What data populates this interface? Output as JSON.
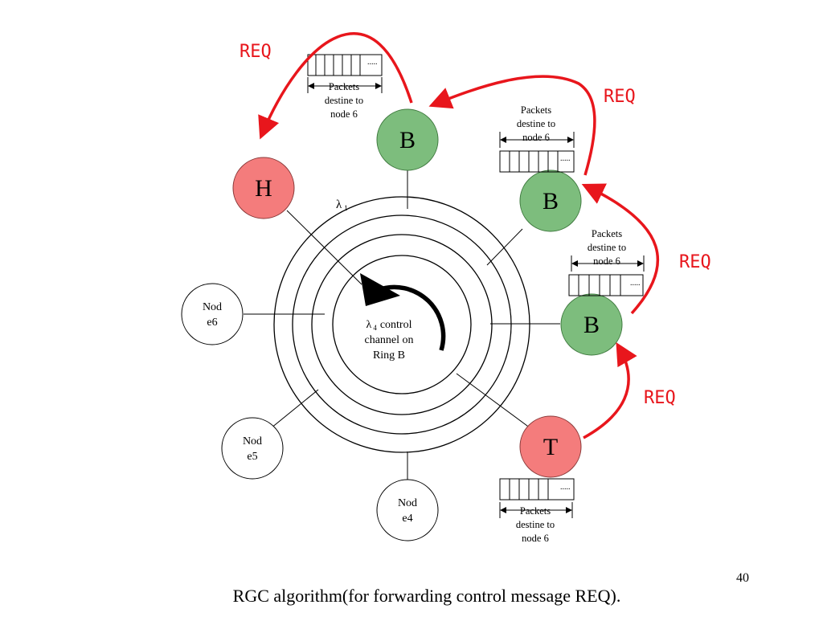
{
  "slide": {
    "caption": "RGC algorithm(for forwarding control message REQ).",
    "page_number": "40"
  },
  "colors": {
    "req_red": "#e8161c",
    "node_red": "#f47c7c",
    "node_green": "#7dbd7d",
    "line": "#000000"
  },
  "ring": {
    "lambda1_symbol": "λ",
    "lambda1_sub": "1",
    "center_symbol": "λ",
    "center_sub": "4",
    "center_line1": "control",
    "center_line2": "channel on",
    "center_line3": "Ring B"
  },
  "nodes": {
    "b_top": "B",
    "b_right_upper": "B",
    "b_right_lower": "B",
    "h": "H",
    "t": "T",
    "n6_l1": "Nod",
    "n6_l2": "e6",
    "n5_l1": "Nod",
    "n5_l2": "e5",
    "n4_l1": "Nod",
    "n4_l2": "e4"
  },
  "req_labels": [
    "REQ",
    "REQ",
    "REQ",
    "REQ"
  ],
  "queues": {
    "dots": ".....",
    "label_l1": "Packets",
    "label_l2": "destine to",
    "label_l3": "node 6"
  }
}
